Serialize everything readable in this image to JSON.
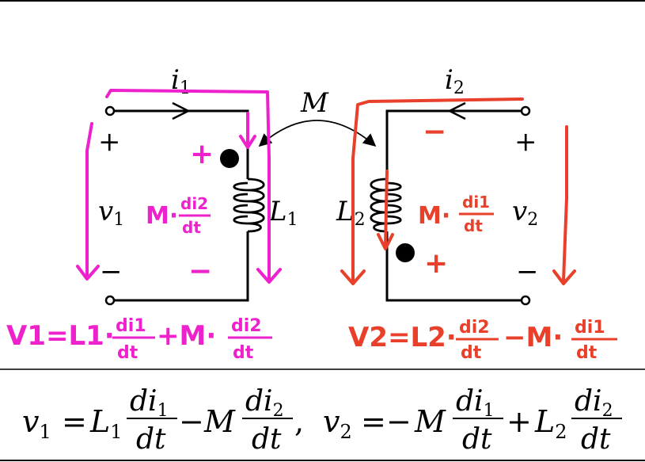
{
  "colors": {
    "ink": "#000000",
    "magenta": "#ee22cc",
    "red": "#e8402a",
    "background": "#ffffff"
  },
  "labels": {
    "i1": {
      "base": "i",
      "sub": "1"
    },
    "i2": {
      "base": "i",
      "sub": "2"
    },
    "mutual": "M",
    "v1": {
      "base": "v",
      "sub": "1"
    },
    "v2": {
      "base": "v",
      "sub": "2"
    },
    "L1": {
      "base": "L",
      "sub": "1"
    },
    "L2": {
      "base": "L",
      "sub": "2"
    },
    "plus": "+",
    "minus": "−"
  },
  "annotations": {
    "left": {
      "plus": "+",
      "minus": "−",
      "term": {
        "coef": "M·",
        "num": "di2",
        "den": "dt"
      },
      "equation": {
        "lhs": "V1=L1·",
        "n1": "di1",
        "d1": "dt",
        "mid": "+M·",
        "n2": "di2",
        "d2": "dt"
      }
    },
    "right": {
      "plus": "+",
      "minus": "−",
      "term": {
        "coef": "M·",
        "num": "di1",
        "den": "dt"
      },
      "equation": {
        "lhs": "V2=L2·",
        "n1": "di2",
        "d1": "dt",
        "mid": "−M·",
        "n2": "di1",
        "d2": "dt"
      }
    }
  },
  "formula": {
    "v1": {
      "lhs": "v",
      "lhs_sub": "1",
      "eq": "=",
      "L": "L",
      "L_sub": "1",
      "f1_num": "di",
      "f1_num_sub": "1",
      "f1_den": "dt",
      "op": "−",
      "M": "M",
      "f2_num": "di",
      "f2_num_sub": "2",
      "f2_den": "dt",
      "sep": ","
    },
    "v2": {
      "lhs": "v",
      "lhs_sub": "2",
      "eq": "=",
      "op1": "−",
      "M": "M",
      "f1_num": "di",
      "f1_num_sub": "1",
      "f1_den": "dt",
      "op2": "+",
      "L": "L",
      "L_sub": "2",
      "f2_num": "di",
      "f2_num_sub": "2",
      "f2_den": "dt"
    }
  }
}
